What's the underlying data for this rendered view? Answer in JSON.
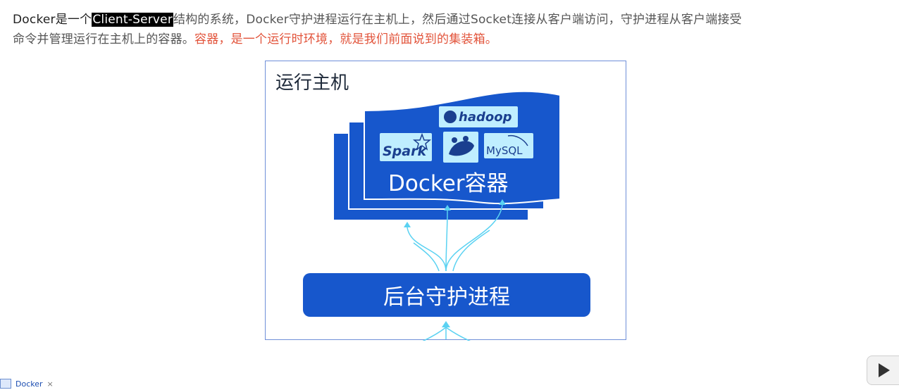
{
  "document": {
    "line1_pre": "Docker是一个",
    "line1_selected": "Client-Server",
    "line1_post": "结构的系统，Docker守护进程运行在主机上，然后通过Socket连接从客户端访问，守护进程从客户端接受",
    "line2_normal": "命令并管理运行在主机上的容器。",
    "line2_highlight": "容器，是一个运行时环境，就是我们前面说到的集装箱。"
  },
  "diagram": {
    "host_label": "运行主机",
    "container_label": "Docker容器",
    "daemon_label": "后台守护进程",
    "logos": {
      "hadoop": "hadoop",
      "spark": "Spark",
      "mysql": "MySQL"
    },
    "colors": {
      "container_blue": "#1757cc",
      "arrow_cyan": "#5ad2f2",
      "logo_bg": "#bfeeff"
    }
  },
  "taskbar": {
    "tab_label": "Docker"
  },
  "icons": {
    "play": "play-icon",
    "tomcat": "tomcat-logo-icon",
    "tab": "document-tab-icon",
    "close": "close-icon"
  }
}
